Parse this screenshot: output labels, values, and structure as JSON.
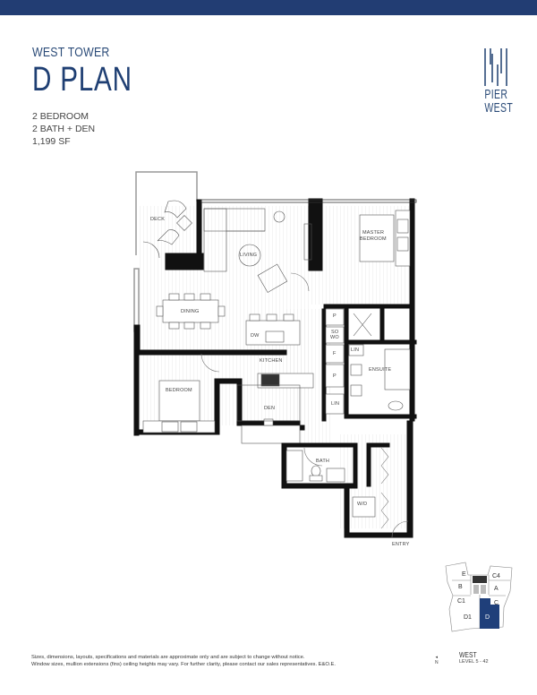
{
  "colors": {
    "brand_navy": "#223d73",
    "title_blue": "#1f3f73",
    "highlight_unit": "#1f3f7a",
    "wall": "#111111"
  },
  "header": {
    "tower": "WEST TOWER",
    "plan_name": "D PLAN",
    "specs": [
      "2 BEDROOM",
      "2 BATH + DEN",
      "1,199 SF"
    ]
  },
  "logo": {
    "icon": "pier-west-logo-icon",
    "line1": "PIER",
    "line2": "WEST"
  },
  "floorplan": {
    "rooms": {
      "deck": "DECK",
      "living": "LIVING",
      "dining": "DINING",
      "kitchen": "KITCHEN",
      "master_bedroom_1": "MASTER",
      "master_bedroom_2": "BEDROOM",
      "bedroom": "BEDROOM",
      "den": "DEN",
      "ensuite": "ENSUITE",
      "bath": "BATH",
      "entry": "ENTRY",
      "wd": "W/D",
      "dw": "DW",
      "pantry": "P",
      "so_wo_1": "SO",
      "so_wo_2": "WO",
      "fridge": "F",
      "linen_1": "LIN",
      "linen_2": "LIN"
    }
  },
  "keyplan": {
    "units": [
      "E",
      "C4",
      "B",
      "A",
      "C1",
      "C",
      "D1",
      "D"
    ],
    "highlighted": "D",
    "tower": "WEST",
    "levels": "LEVEL 5 - 42",
    "north_label": "N"
  },
  "disclaimer": {
    "line1": "Sizes, dimensions, layouts, specifications and materials are approximate only and are subject to change without notice.",
    "line2": "Window sizes, mullion extensions (fins) ceiling heights may vary. For further clarity, please contact our sales representatives. E&O.E."
  }
}
